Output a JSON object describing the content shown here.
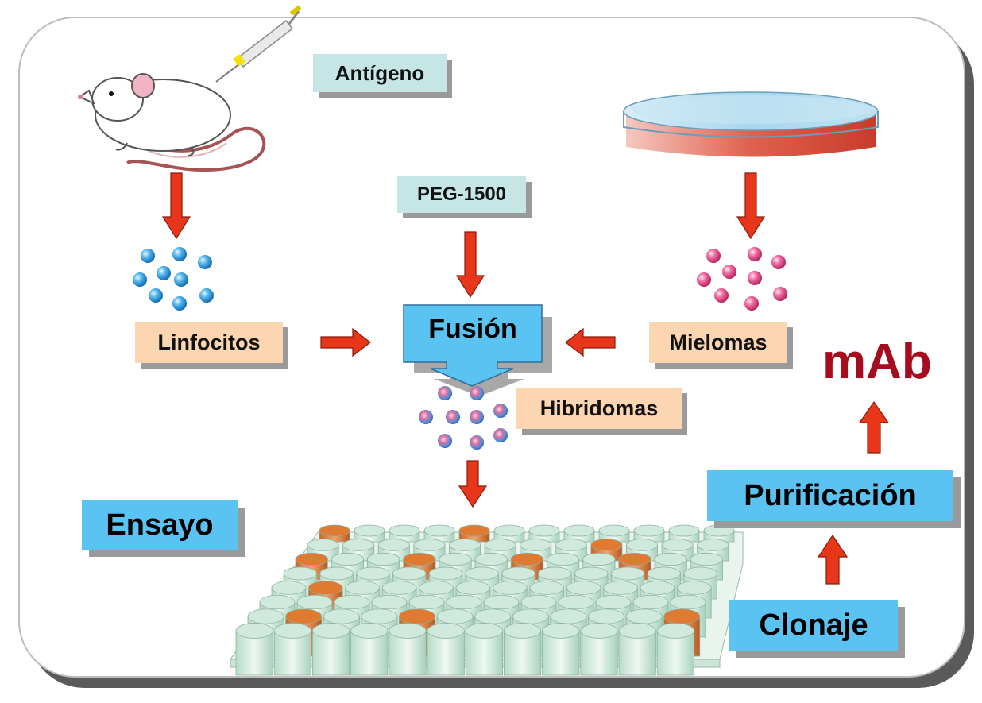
{
  "labels": {
    "antigeno": "Antígeno",
    "peg": "PEG-1500",
    "linfocitos": "Linfocitos",
    "fusion": "Fusión",
    "mielomas": "Mielomas",
    "hibridomas": "Hibridomas",
    "ensayo": "Ensayo",
    "purificacion": "Purificación",
    "clonaje": "Clonaje",
    "mab": "mAb"
  },
  "colors": {
    "arrow": "#e8361a",
    "lymphocyte": "#2a9fe0",
    "myeloma": "#e0508a",
    "well": "#cfe9dd",
    "positive_well": "#e07a30",
    "mab_text": "#a50d1e"
  },
  "icons": [
    "mouse-icon",
    "syringe-icon",
    "petri-dish-icon",
    "well-plate-icon"
  ]
}
